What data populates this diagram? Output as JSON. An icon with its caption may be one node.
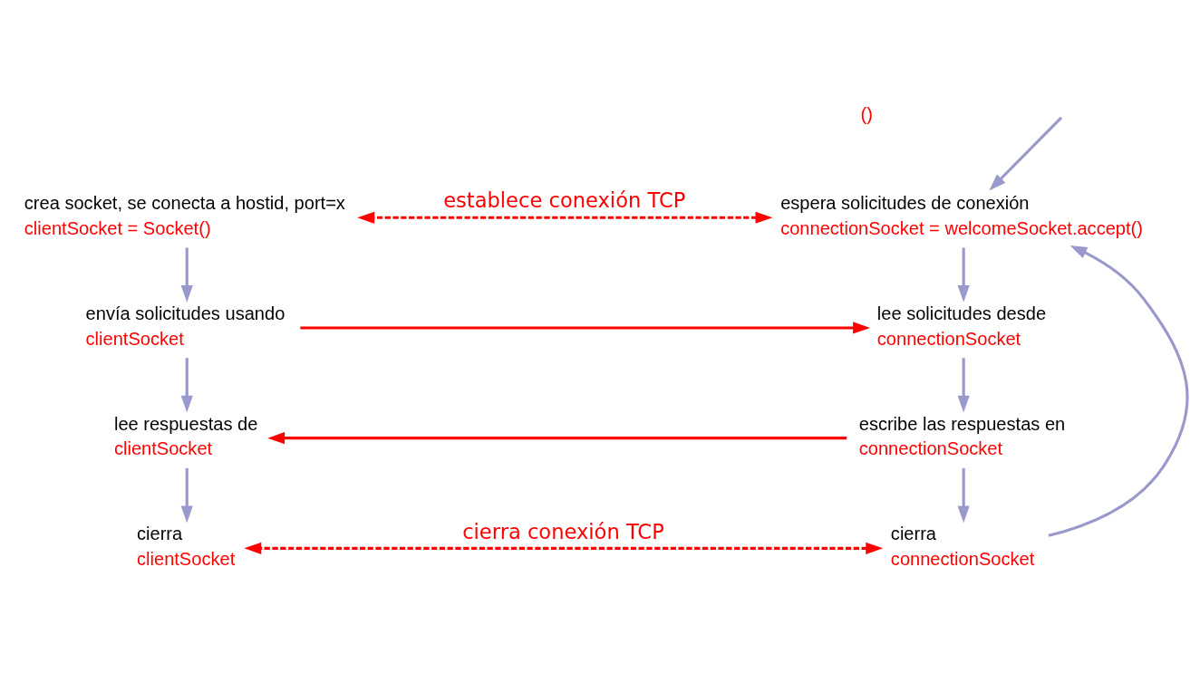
{
  "diagram": {
    "nodes": [
      {
        "text": [
          "espera solicitudes de conexión",
          "connectionSocket = welcomeSocket.accept()"
        ]
      },
      {
        "text": [
          "crea socket, se conecta a hostid, port=x",
          "clientSocket = Socket()"
        ]
      },
      {
        "text": [
          "lee solicitudes desde",
          "connectionSocket"
        ]
      },
      {
        "text": [
          "envía solicitudes usando",
          "clientSocket"
        ]
      },
      {
        "text": [
          "escribe las respuestas en",
          "connectionSocket"
        ]
      },
      {
        "text": [
          "lee respuestas de",
          "clientSocket"
        ]
      },
      {
        "text": [
          "cierra",
          "connectionSocket"
        ]
      },
      {
        "text": [
          "cierra",
          "clientSocket"
        ]
      }
    ],
    "edges": [
      {
        "from": null,
        "to": 0,
        "arrow": "to"
      },
      {
        "from": 0,
        "to": 1,
        "arrow": "both",
        "label": "establece conexión TCP",
        "style": "dashed",
        "color": "#ff0000"
      },
      {
        "from": 0,
        "to": 2,
        "arrow": "to"
      },
      {
        "from": 1,
        "to": 3,
        "arrow": "to"
      },
      {
        "from": 3,
        "to": 2,
        "arrow": "to",
        "color": "#ff0000"
      },
      {
        "from": 2,
        "to": 4,
        "arrow": "to"
      },
      {
        "from": 3,
        "to": 5,
        "arrow": "to"
      },
      {
        "from": 4,
        "to": 5,
        "arrow": "to",
        "color": "#ff0000"
      },
      {
        "from": 4,
        "to": 6,
        "arrow": "to"
      },
      {
        "from": 5,
        "to": 7,
        "arrow": "to"
      },
      {
        "from": 6,
        "to": 0,
        "arrow": "to"
      },
      {
        "from": 6,
        "to": 7,
        "arrow": "both",
        "label": "cierra conexión TCP",
        "style": "dashed",
        "color": "#ff0000"
      }
    ],
    "labels": [
      "()"
    ]
  }
}
